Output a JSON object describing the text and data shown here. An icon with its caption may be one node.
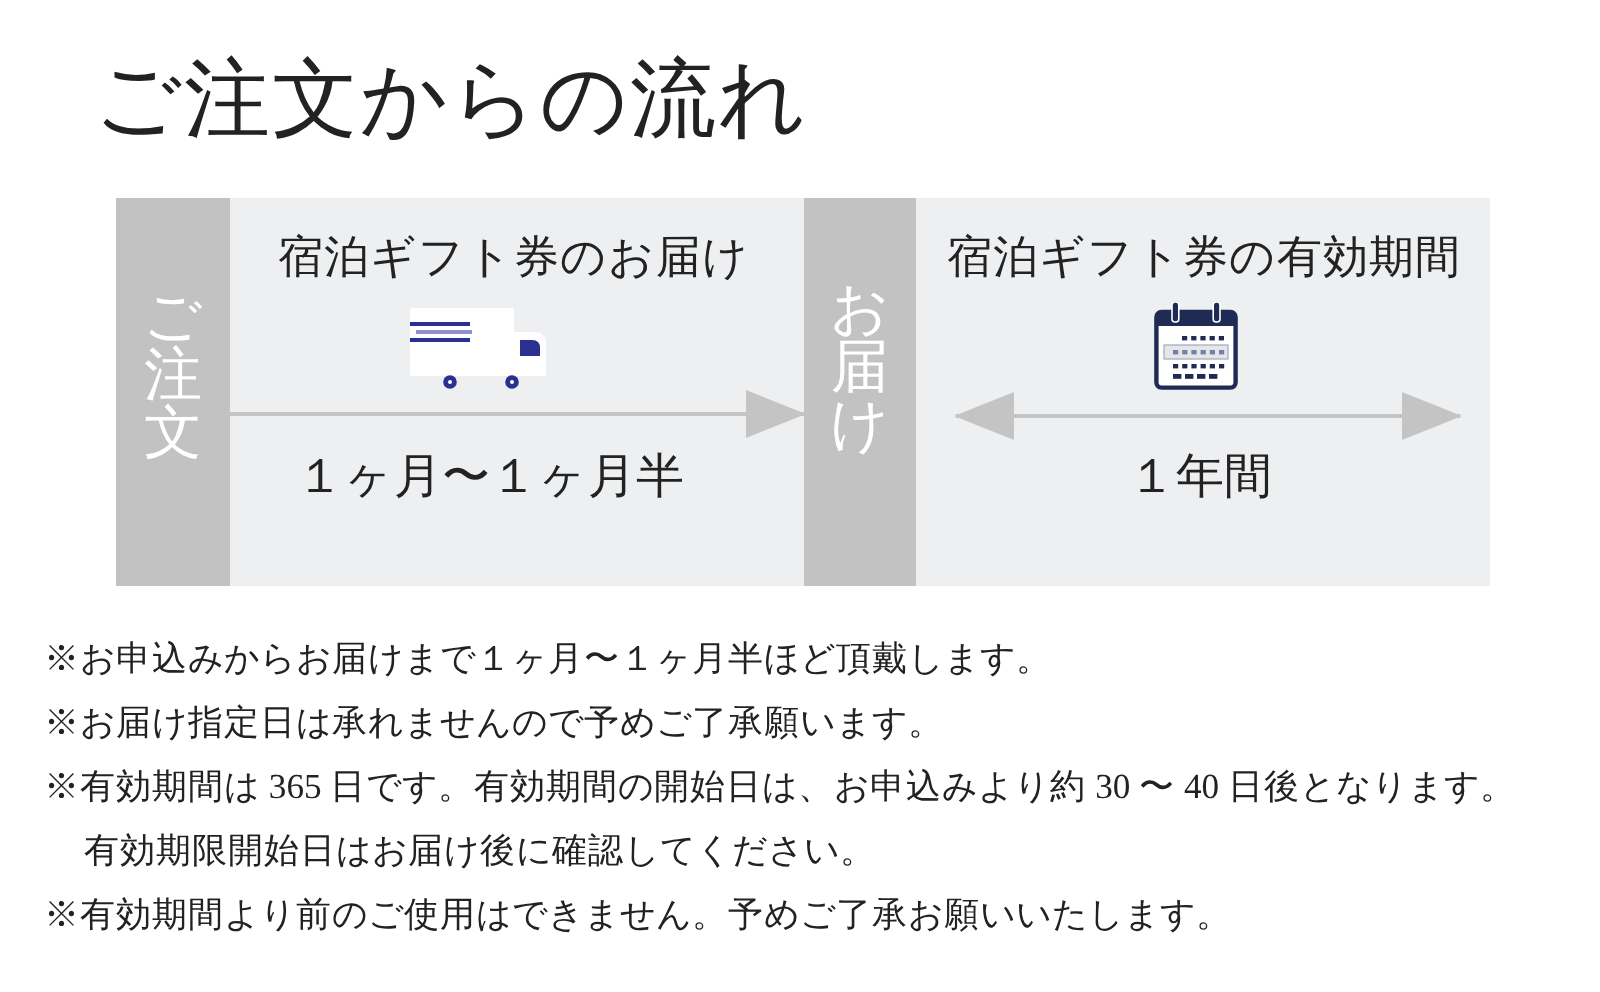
{
  "diagram": {
    "title": "ご注文からの流れ",
    "nodes": [
      {
        "text": [
          "ご注文"
        ]
      },
      {
        "text": [
          "お届け"
        ]
      }
    ],
    "edges": [
      {
        "from": 0,
        "to": 1,
        "arrow": "to",
        "label": "１ヶ月〜１ヶ月半"
      }
    ],
    "labels": [
      "宿泊ギフト券のお届け",
      "宿泊ギフト券の有効期間",
      "１年間",
      "※お申込みからお届けまで１ヶ月〜１ヶ月半ほど頂戴します。",
      "※お届け指定日は承れませんので予めご了承願います。",
      "※有効期間は 365 日です。有効期間の開始日は、お申込みより約 30 〜 40 日後となります。有効期限開始日はお届け後に確認してください。",
      "※有効期間より前のご使用はできません。予めご了承お願いいたします。"
    ]
  }
}
